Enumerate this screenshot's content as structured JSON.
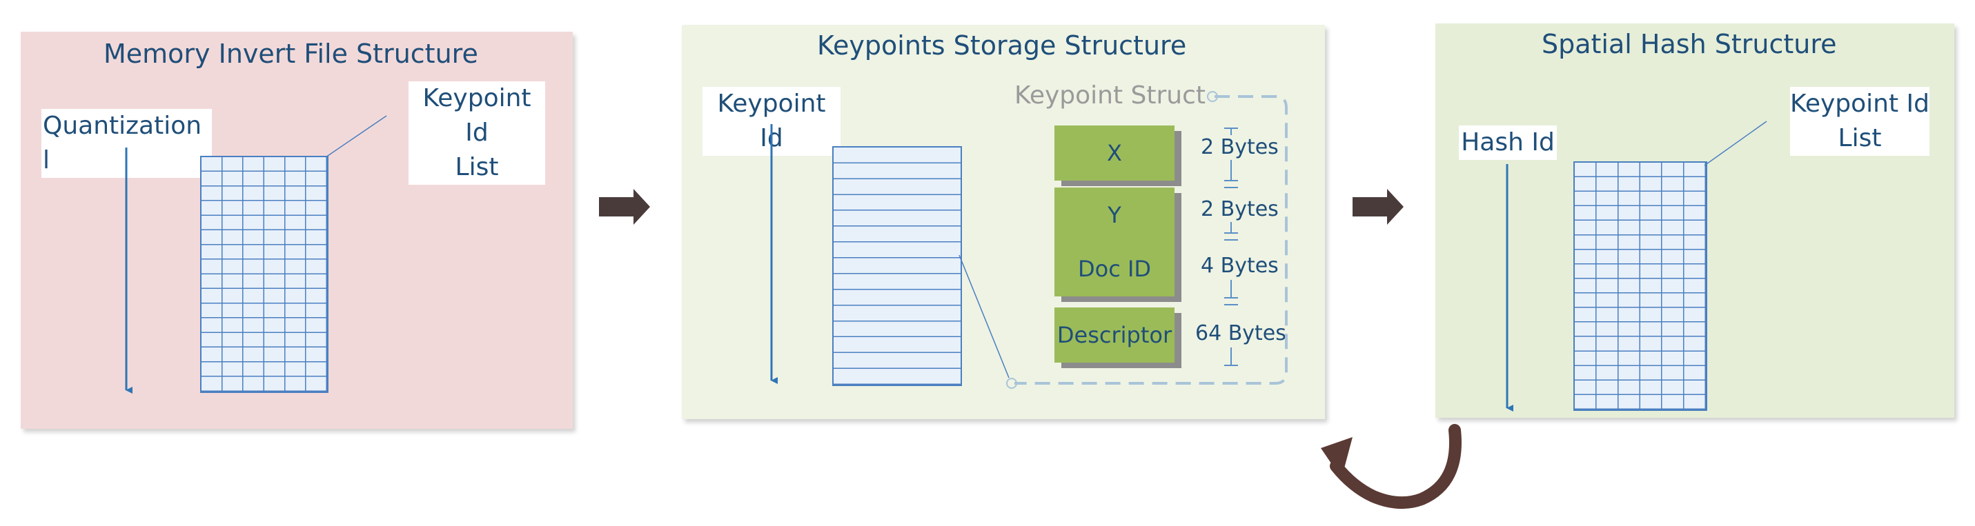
{
  "panels": {
    "memory": {
      "title": "Memory Invert File Structure",
      "axis_label": "Quantization l",
      "list_label_line1": "Keypoint Id",
      "list_label_line2": "List"
    },
    "keypoints": {
      "title": "Keypoints Storage Structure",
      "axis_label": "Keypoint Id",
      "struct_title": "Keypoint Struct",
      "fields": [
        {
          "name": "X",
          "size": "2 Bytes"
        },
        {
          "name": "Y",
          "size": "2 Bytes"
        },
        {
          "name": "Doc ID",
          "size": "4 Bytes"
        },
        {
          "name": "Descriptor",
          "size": "64 Bytes"
        }
      ]
    },
    "spatial": {
      "title": "Spatial Hash Structure",
      "axis_label": "Hash Id",
      "list_label_line1": "Keypoint Id",
      "list_label_line2": "List"
    }
  },
  "colors": {
    "memory_bg": "#f2d9d9",
    "keypoints_bg": "#eef3e4",
    "spatial_bg": "#e6eed8",
    "field_fill": "#9bbb59",
    "grid_line": "#4a7fc0",
    "text": "#1f4e79",
    "arrow": "#4a3b3b"
  }
}
